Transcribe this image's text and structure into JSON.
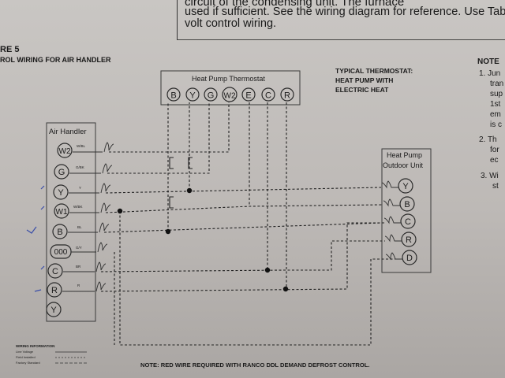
{
  "top_text": {
    "line1": "circuit of the condensing unit. The furnace",
    "line2": "used if sufficient. See the wiring diagram for reference. Use Tab",
    "line3": "volt control wiring."
  },
  "figure": {
    "label": "RE 5",
    "title": "ROL WIRING FOR AIR HANDLER"
  },
  "thermostat": {
    "title": "Heat Pump Thermostat",
    "terminals": [
      "B",
      "Y",
      "G",
      "W2",
      "E",
      "C",
      "R"
    ]
  },
  "typical_note": {
    "line1": "TYPICAL THERMOSTAT:",
    "line2": "HEAT PUMP WITH",
    "line3": "ELECTRIC HEAT"
  },
  "air_handler": {
    "title": "Air Handler",
    "terminals": [
      "W2",
      "G",
      "Y",
      "W1",
      "B",
      "000",
      "C",
      "R",
      "Y"
    ],
    "wire_labels": [
      "W/BL",
      "G/BK",
      "Y",
      "W/BK",
      "BL",
      "G/Y",
      "BR",
      "R"
    ]
  },
  "outdoor_unit": {
    "title_line1": "Heat Pump",
    "title_line2": "Outdoor Unit",
    "terminals": [
      "Y",
      "B",
      "C",
      "R",
      "D"
    ]
  },
  "notes": {
    "heading": "NOTE",
    "items": [
      "1. Jun",
      "tran",
      "sup",
      "1st",
      "em",
      "is c",
      "2. Th",
      "for",
      "ec",
      "3. Wi",
      "st"
    ]
  },
  "legend": {
    "title": "WIRING INFORMATION",
    "line1": "Line Voltage",
    "line2": "Field Installed",
    "line3": "Factory Standard"
  },
  "footer_note": "NOTE: RED WIRE REQUIRED WITH RANCO DDL DEMAND DEFROST CONTROL."
}
